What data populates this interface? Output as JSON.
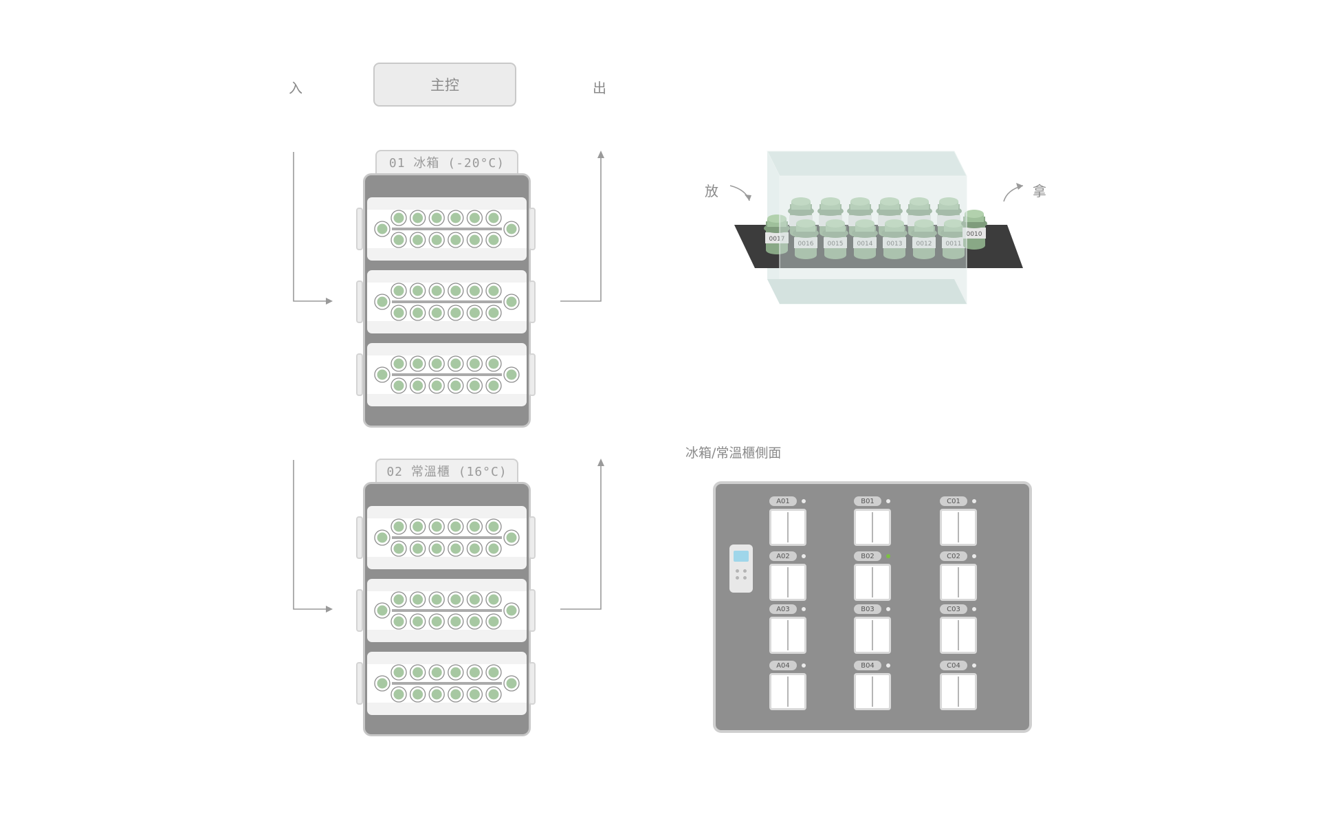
{
  "flow": {
    "in_label": "入",
    "out_label": "出",
    "main_control": "主控"
  },
  "units": [
    {
      "tag": "01 冰箱 (-20°C)"
    },
    {
      "tag": "02 常溫櫃 (16°C)"
    }
  ],
  "conveyor": {
    "put_label": "放",
    "take_label": "拿",
    "bottle_ids_front": [
      "0017",
      "0016",
      "0015",
      "0014",
      "0013",
      "0012",
      "0011",
      "0010"
    ]
  },
  "side_view": {
    "title": "冰箱/常溫櫃側面",
    "columns": [
      [
        "A01",
        "A02",
        "A03",
        "A04"
      ],
      [
        "B01",
        "B02",
        "B03",
        "B04"
      ],
      [
        "C01",
        "C02",
        "C03",
        "C04"
      ]
    ],
    "active_slot": "B02"
  },
  "colors": {
    "cabinet": "#8f8f8f",
    "bottle_green": "#a7c8a2",
    "indicator_active": "#7bc043",
    "belt": "#3c3c3c",
    "glass": "#d7e4e2",
    "screen": "#9fd6ea"
  }
}
